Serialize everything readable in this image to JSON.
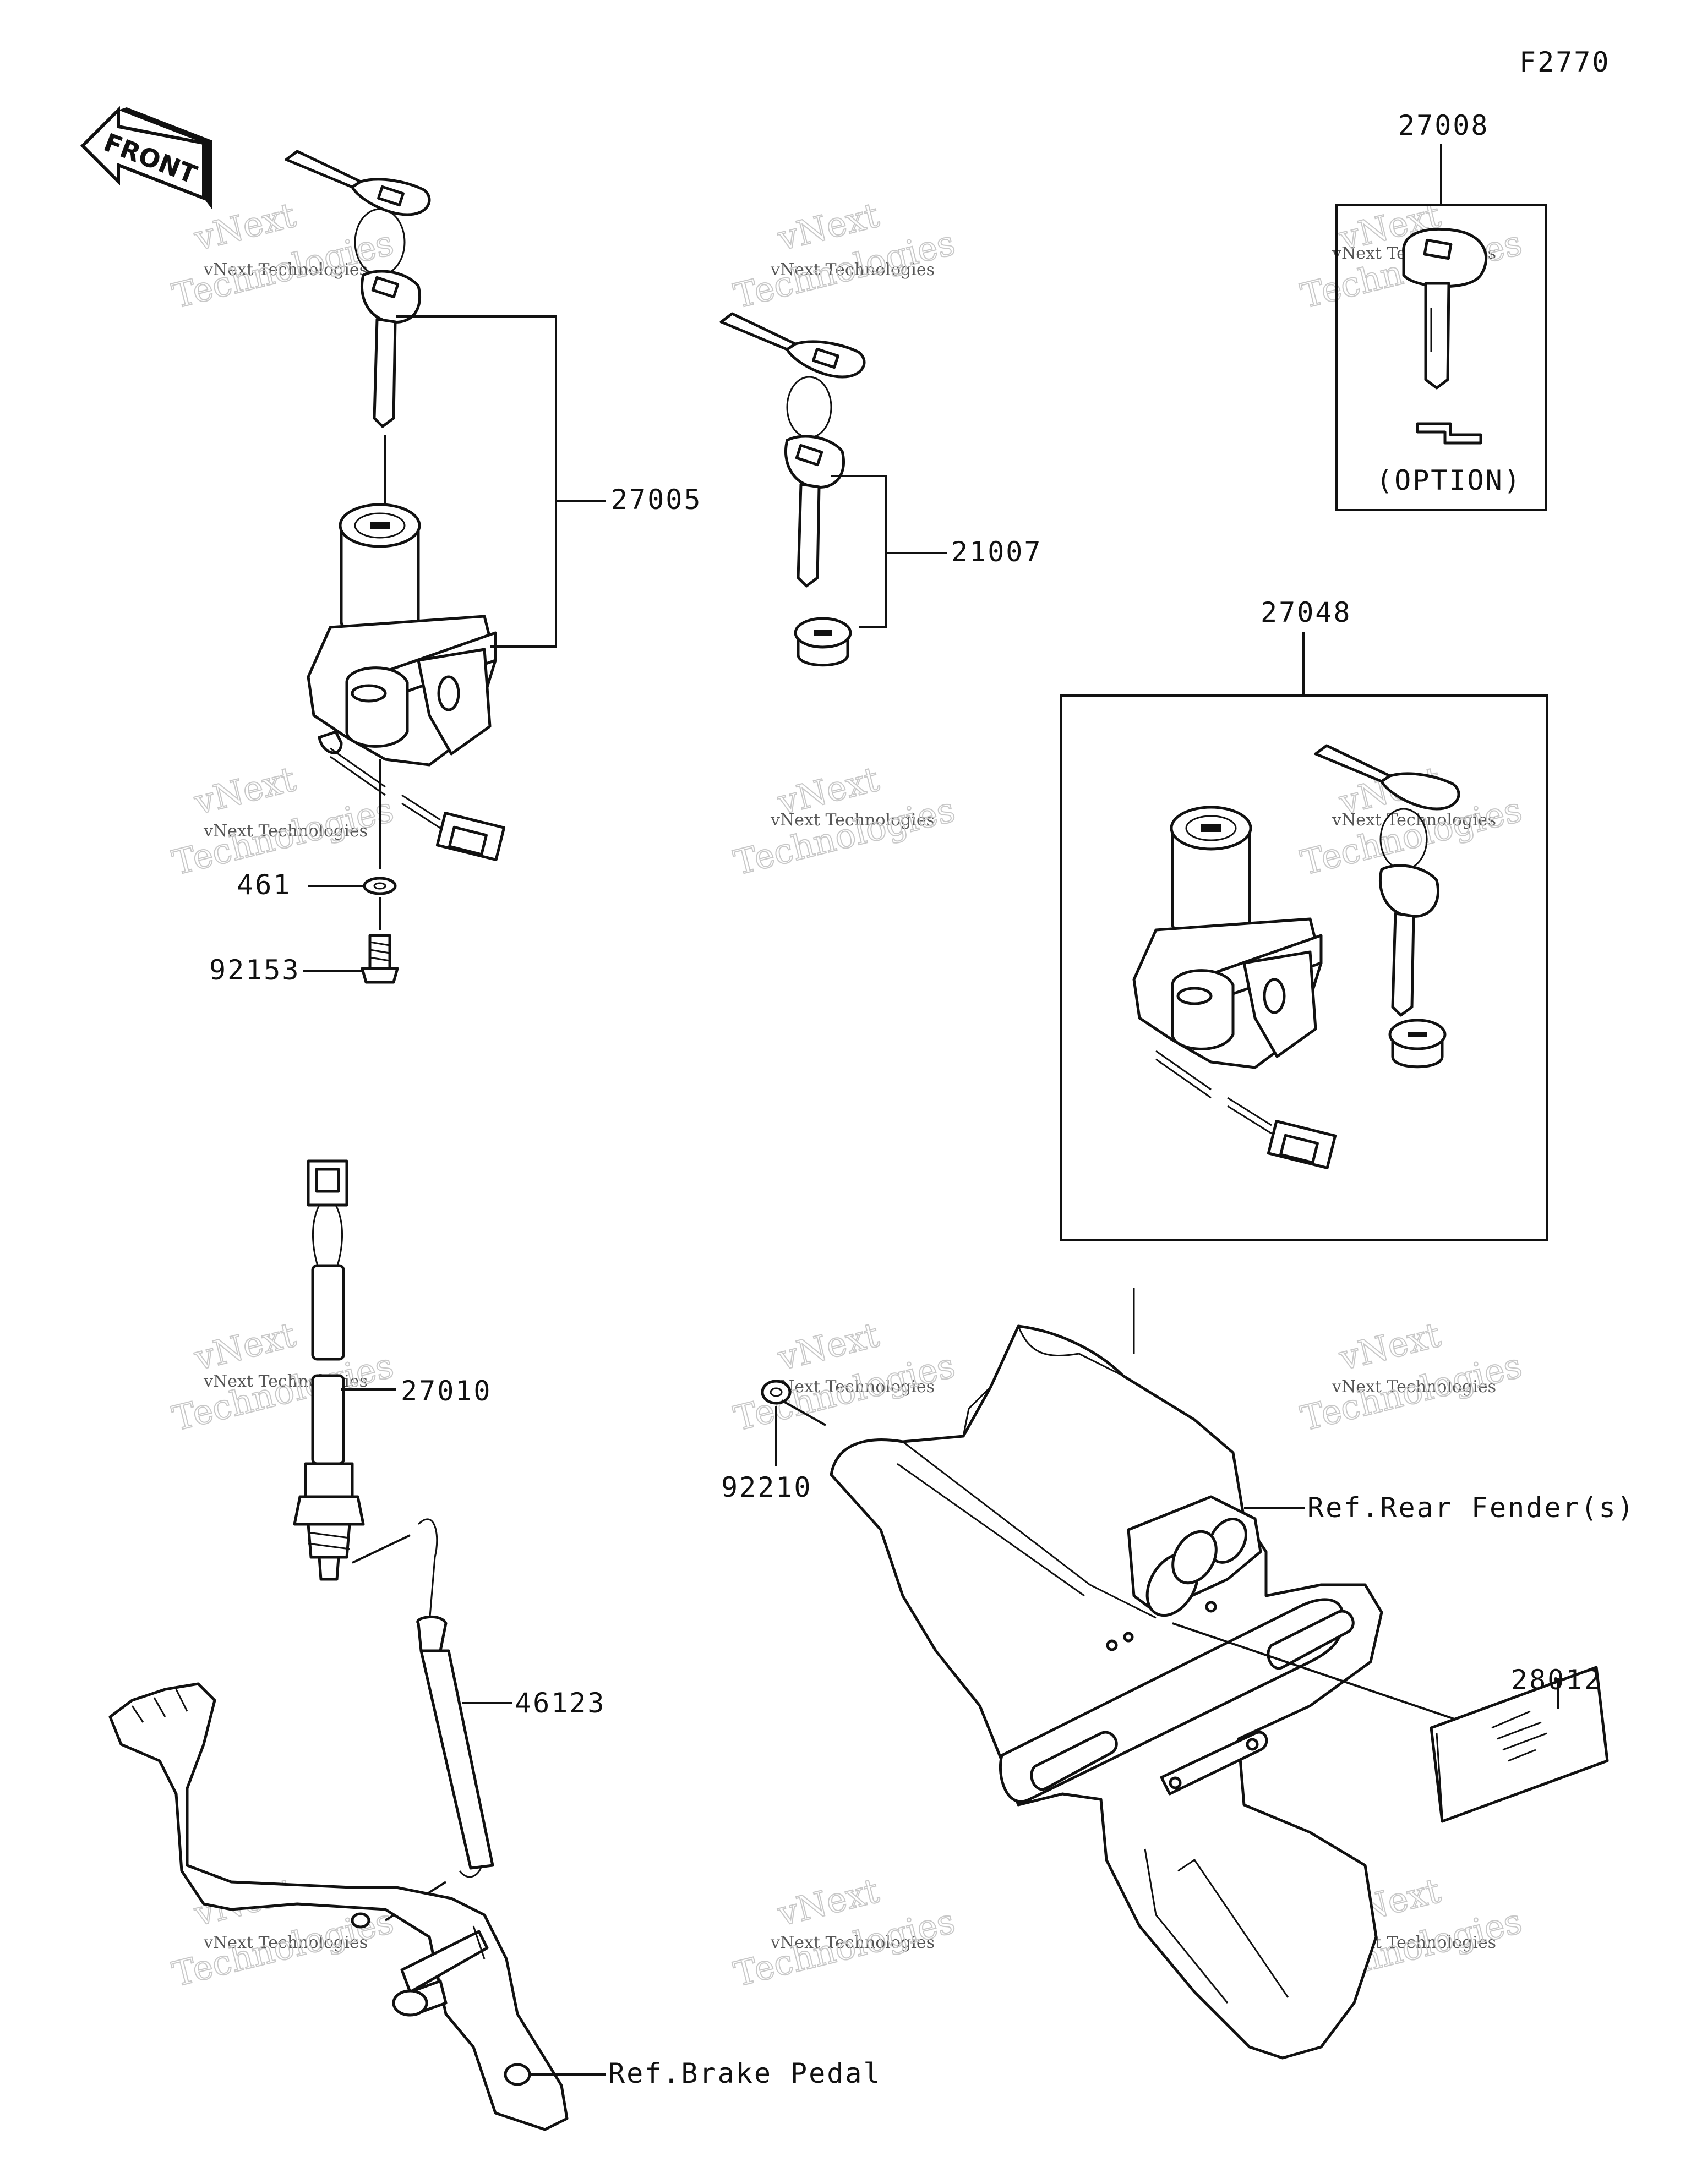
{
  "figure_code": "F2770",
  "front_arrow_label": "FRONT",
  "watermark": {
    "line1": "vNext Technologies",
    "big1": "vNext",
    "big2": "Technologies"
  },
  "callouts": {
    "p27005": "27005",
    "p21007": "21007",
    "p27008": "27008",
    "p27048": "27048",
    "p461": "461",
    "p92153": "92153",
    "p27010": "27010",
    "p92210": "92210",
    "p46123": "46123",
    "p28012": "28012",
    "ref_rear_fender": "Ref.Rear Fender(s)",
    "ref_brake_pedal": "Ref.Brake Pedal"
  },
  "option_label": "(OPTION)"
}
